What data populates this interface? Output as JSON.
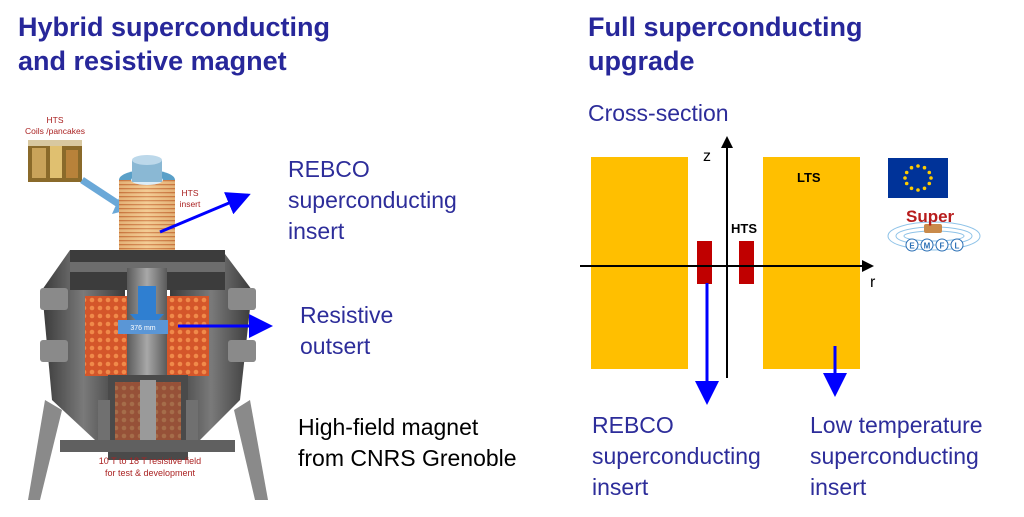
{
  "left_title": {
    "line1": "Hybrid superconducting",
    "line2": "and resistive magnet"
  },
  "right_title": {
    "line1": "Full superconducting",
    "line2": "upgrade"
  },
  "magnet_illustration": {
    "hts_coils_label_line1": "HTS",
    "hts_coils_label_line2": "Coils /pancakes",
    "hts_insert_label_line1": "HTS",
    "hts_insert_label_line2": "insert",
    "bore_label": "376 mm",
    "field_label_line1": "10 T to 18 T resistive field",
    "field_label_line2": "for test & development"
  },
  "rebco_insert_left": {
    "line1": "REBCO",
    "line2": "superconducting",
    "line3": "insert"
  },
  "resistive_outsert": {
    "line1": "Resistive",
    "line2": "outsert"
  },
  "high_field_magnet": {
    "line1": "High-field magnet",
    "line2": "from CNRS Grenoble"
  },
  "cross_section": {
    "title": "Cross-section",
    "z_axis": "z",
    "r_axis": "r",
    "lts_label": "LTS",
    "hts_label": "HTS",
    "lts_color": "#ffbf00",
    "hts_color": "#c00000",
    "arrow_color": "#0000ff"
  },
  "rebco_insert_right": {
    "line1": "REBCO",
    "line2": "superconducting",
    "line3": "insert"
  },
  "lts_insert_right": {
    "line1": "Low temperature",
    "line2": "superconducting",
    "line3": "insert"
  },
  "logos": {
    "eu_flag": "eu-flag-icon",
    "supere_mfl": {
      "super": "Super",
      "letters": [
        "E",
        "M",
        "F",
        "L"
      ]
    }
  }
}
